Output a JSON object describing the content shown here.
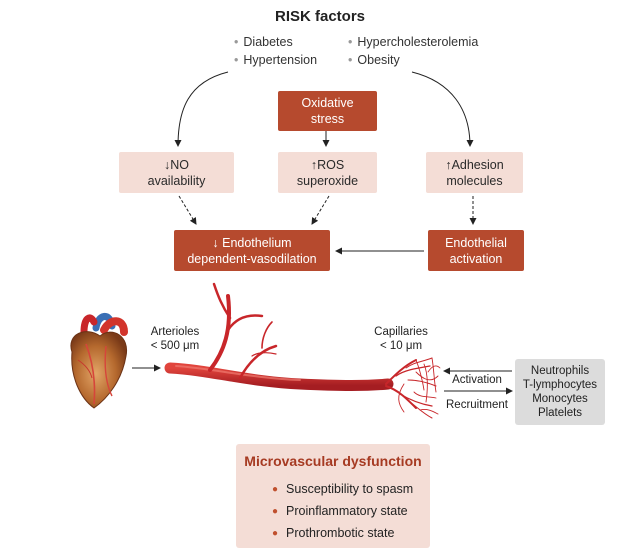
{
  "title": "RISK factors",
  "risk_factors": [
    "Diabetes",
    "Hypertension",
    "Hypercholesterolemia",
    "Obesity"
  ],
  "boxes": {
    "oxidative": {
      "line1": "Oxidative",
      "line2": "stress"
    },
    "no": {
      "arrow": "↓",
      "line1": "NO",
      "line2": "availability"
    },
    "ros": {
      "arrow": "↑",
      "line1": "ROS",
      "line2": "superoxide"
    },
    "adhesion": {
      "arrow": "↑",
      "line1": "Adhesion",
      "line2": "molecules"
    },
    "endothelium": {
      "arrow": "↓",
      "line1": "Endothelium",
      "line2": "dependent-vasodilation"
    },
    "activation": {
      "line1": "Endothelial",
      "line2": "activation"
    }
  },
  "vessels": {
    "arterioles": {
      "line1": "Arterioles",
      "line2": "< 500 μm"
    },
    "capillaries": {
      "line1": "Capillaries",
      "line2": "< 10 μm"
    }
  },
  "arrows_labels": {
    "activation": "Activation",
    "recruitment": "Recruitment"
  },
  "cells": [
    "Neutrophils",
    "T-lymphocytes",
    "Monocytes",
    "Platelets"
  ],
  "dysfunction": {
    "title": "Microvascular dysfunction",
    "items": [
      "Susceptibility to spasm",
      "Proinflammatory state",
      "Prothrombotic state"
    ]
  },
  "colors": {
    "dark_box": "#b64a2e",
    "light_box": "#f4ddd6",
    "vessel": "#c8262a",
    "cells_box": "#dcdcdc"
  },
  "icons": [
    "heart-illustration",
    "arteriole-branch-illustration",
    "capillary-network-illustration"
  ]
}
